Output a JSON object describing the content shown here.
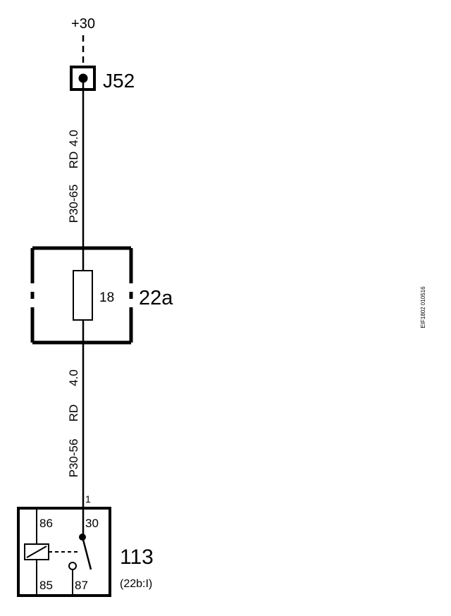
{
  "supply": {
    "label": "+30"
  },
  "connector_j52": {
    "label": "J52"
  },
  "wire_upper": {
    "code": "P30-65",
    "color": "RD",
    "gauge": "4.0"
  },
  "fuse_box": {
    "label": "22a",
    "fuse_number": "18"
  },
  "wire_lower": {
    "code": "P30-56",
    "color": "RD",
    "gauge": "4.0"
  },
  "relay": {
    "label": "113",
    "location": "(22b:I)",
    "pin_1": "1",
    "pin_86": "86",
    "pin_30": "30",
    "pin_85": "85",
    "pin_87": "87"
  },
  "drawing_ref": "EIF1802 010516"
}
